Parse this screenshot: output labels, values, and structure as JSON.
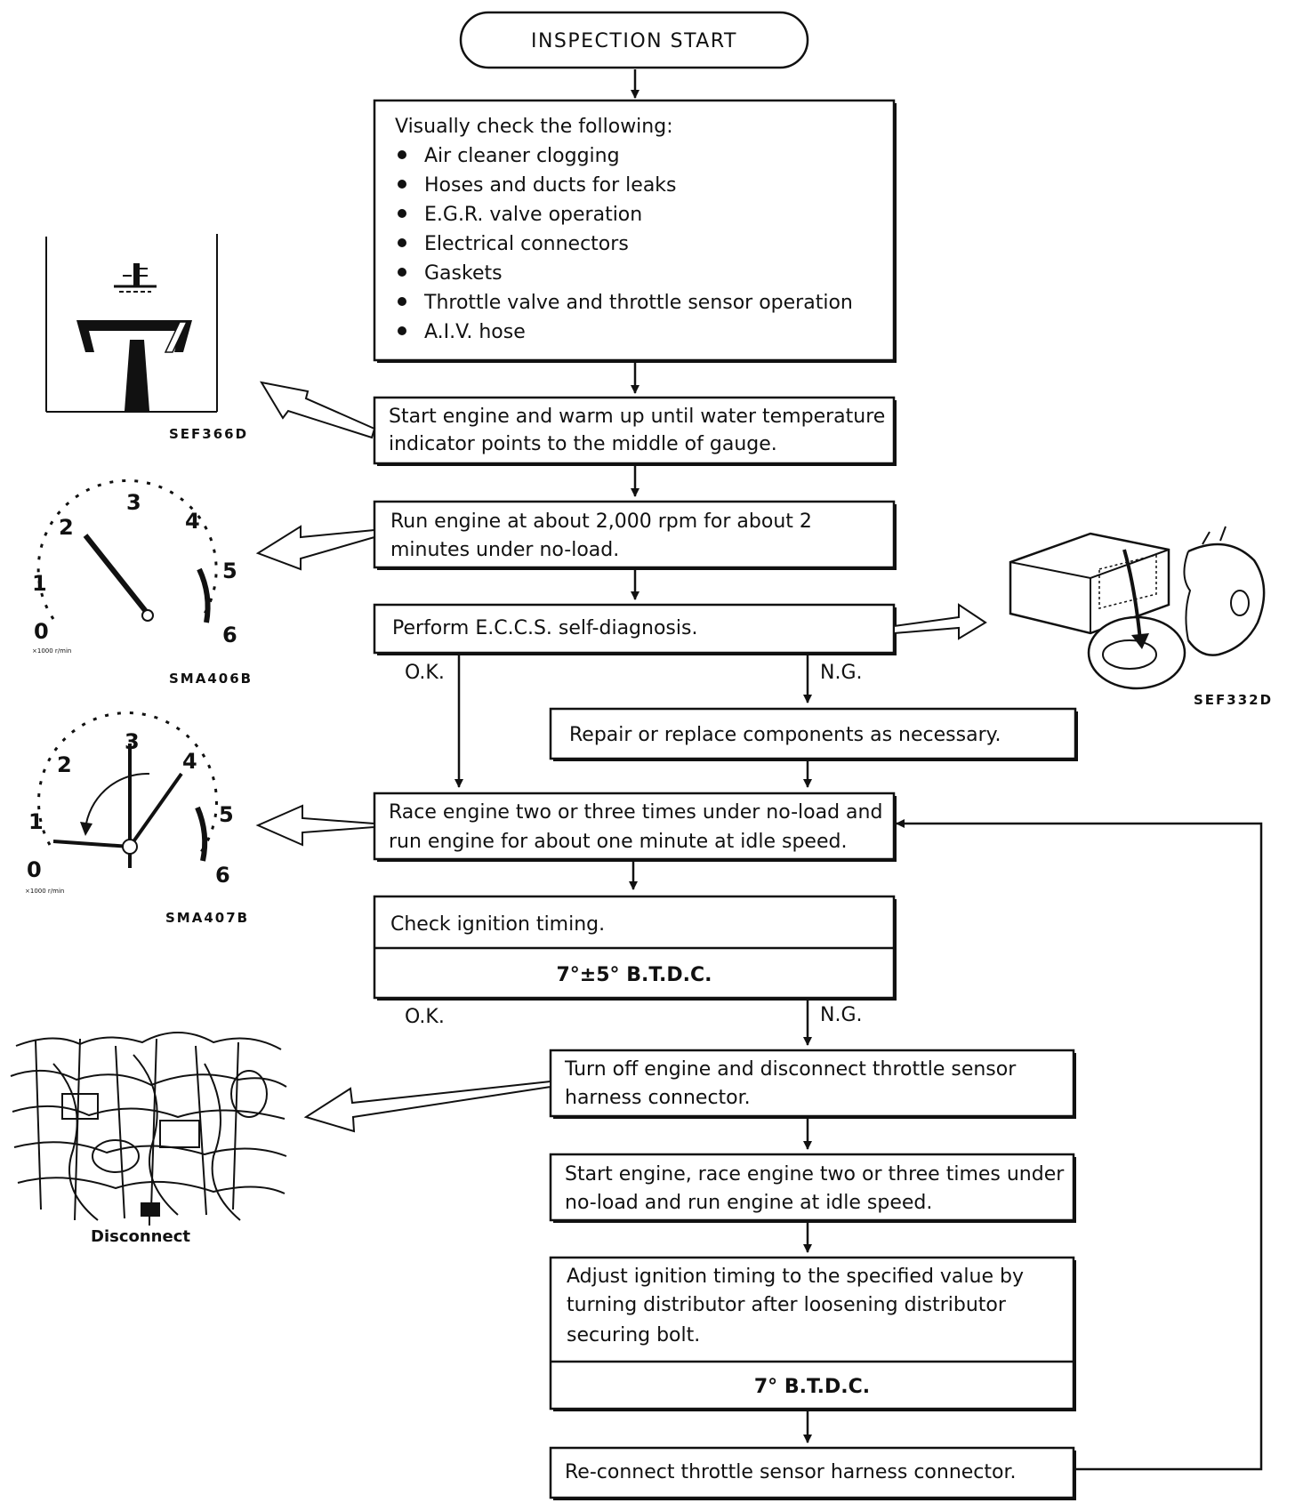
{
  "start": {
    "label": "INSPECTION START"
  },
  "visual_check": {
    "heading": "Visually check the following:",
    "items": [
      "Air cleaner clogging",
      "Hoses and ducts for leaks",
      "E.G.R. valve operation",
      "Electrical connectors",
      "Gaskets",
      "Throttle valve and throttle sensor operation",
      "A.I.V. hose"
    ]
  },
  "warm_up": {
    "lines": [
      "Start engine and warm up until water temperature",
      "indicator points to the middle of gauge."
    ]
  },
  "run_2000": {
    "lines": [
      "Run engine at about 2,000 rpm for about 2",
      "minutes under no-load."
    ]
  },
  "self_diag": {
    "label": "Perform E.C.C.S. self-diagnosis."
  },
  "branch_1": {
    "ok": "O.K.",
    "ng": "N.G."
  },
  "repair": {
    "label": "Repair or replace components as necessary."
  },
  "race": {
    "lines": [
      "Race engine two or three times under no-load and",
      "run engine for about one minute at idle speed."
    ]
  },
  "check_timing": {
    "label": "Check ignition timing.",
    "spec": "7°±5° B.T.D.C."
  },
  "branch_2": {
    "ok": "O.K.",
    "ng": "N.G."
  },
  "turn_off": {
    "lines": [
      "Turn off engine and disconnect throttle sensor",
      "harness connector."
    ]
  },
  "restart": {
    "lines": [
      "Start engine, race engine two or three times under",
      "no-load and run engine at idle speed."
    ]
  },
  "adjust": {
    "lines": [
      "Adjust ignition timing to the specified value by",
      "turning distributor after loosening distributor",
      "securing bolt."
    ],
    "spec": "7° B.T.D.C."
  },
  "reconnect": {
    "label": "Re-connect throttle sensor harness connector."
  },
  "figures": {
    "temp_gauge": {
      "code": "SEF366D",
      "icon": "water-temperature-gauge"
    },
    "tach_1": {
      "code": "SMA406B",
      "icon": "tachometer",
      "ticks": [
        "0",
        "1",
        "2",
        "3",
        "4",
        "5",
        "6"
      ],
      "unit": "×1000 r/min"
    },
    "ecu": {
      "code": "SEF332D",
      "icon": "ecu-with-technician"
    },
    "tach_2": {
      "code": "SMA407B",
      "icon": "tachometer",
      "ticks": [
        "0",
        "1",
        "2",
        "3",
        "4",
        "5",
        "6"
      ],
      "unit": "×1000 r/min"
    },
    "engine_bay": {
      "label": "Disconnect",
      "icon": "engine-bay-connector"
    }
  }
}
